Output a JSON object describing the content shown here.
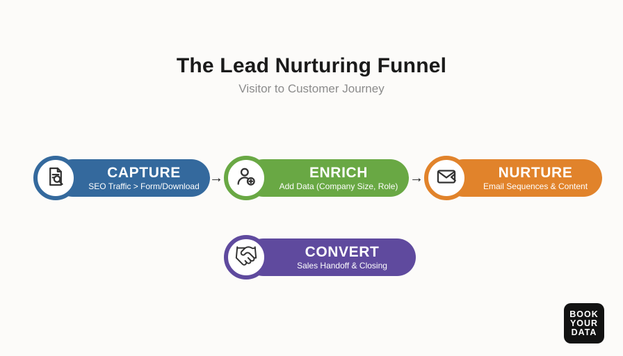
{
  "header": {
    "title": "The Lead Nurturing Funnel",
    "subtitle": "Visitor to Customer Journey"
  },
  "stages": [
    {
      "label": "CAPTURE",
      "description": "SEO Traffic > Form/Download",
      "color": "#34699d",
      "icon": "document-search-icon"
    },
    {
      "label": "ENRICH",
      "description": "Add Data (Company Size, Role)",
      "color": "#69a844",
      "icon": "person-plus-icon"
    },
    {
      "label": "NURTURE",
      "description": "Email Sequences & Content",
      "color": "#e1832b",
      "icon": "envelope-icon"
    },
    {
      "label": "CONVERT",
      "description": "Sales Handoff & Closing",
      "color": "#5f4a9e",
      "icon": "handshake-icon"
    }
  ],
  "arrows": {
    "glyph": "→"
  },
  "logo": {
    "line1": "BOOK",
    "line2": "YOUR",
    "line3": "DATA"
  }
}
